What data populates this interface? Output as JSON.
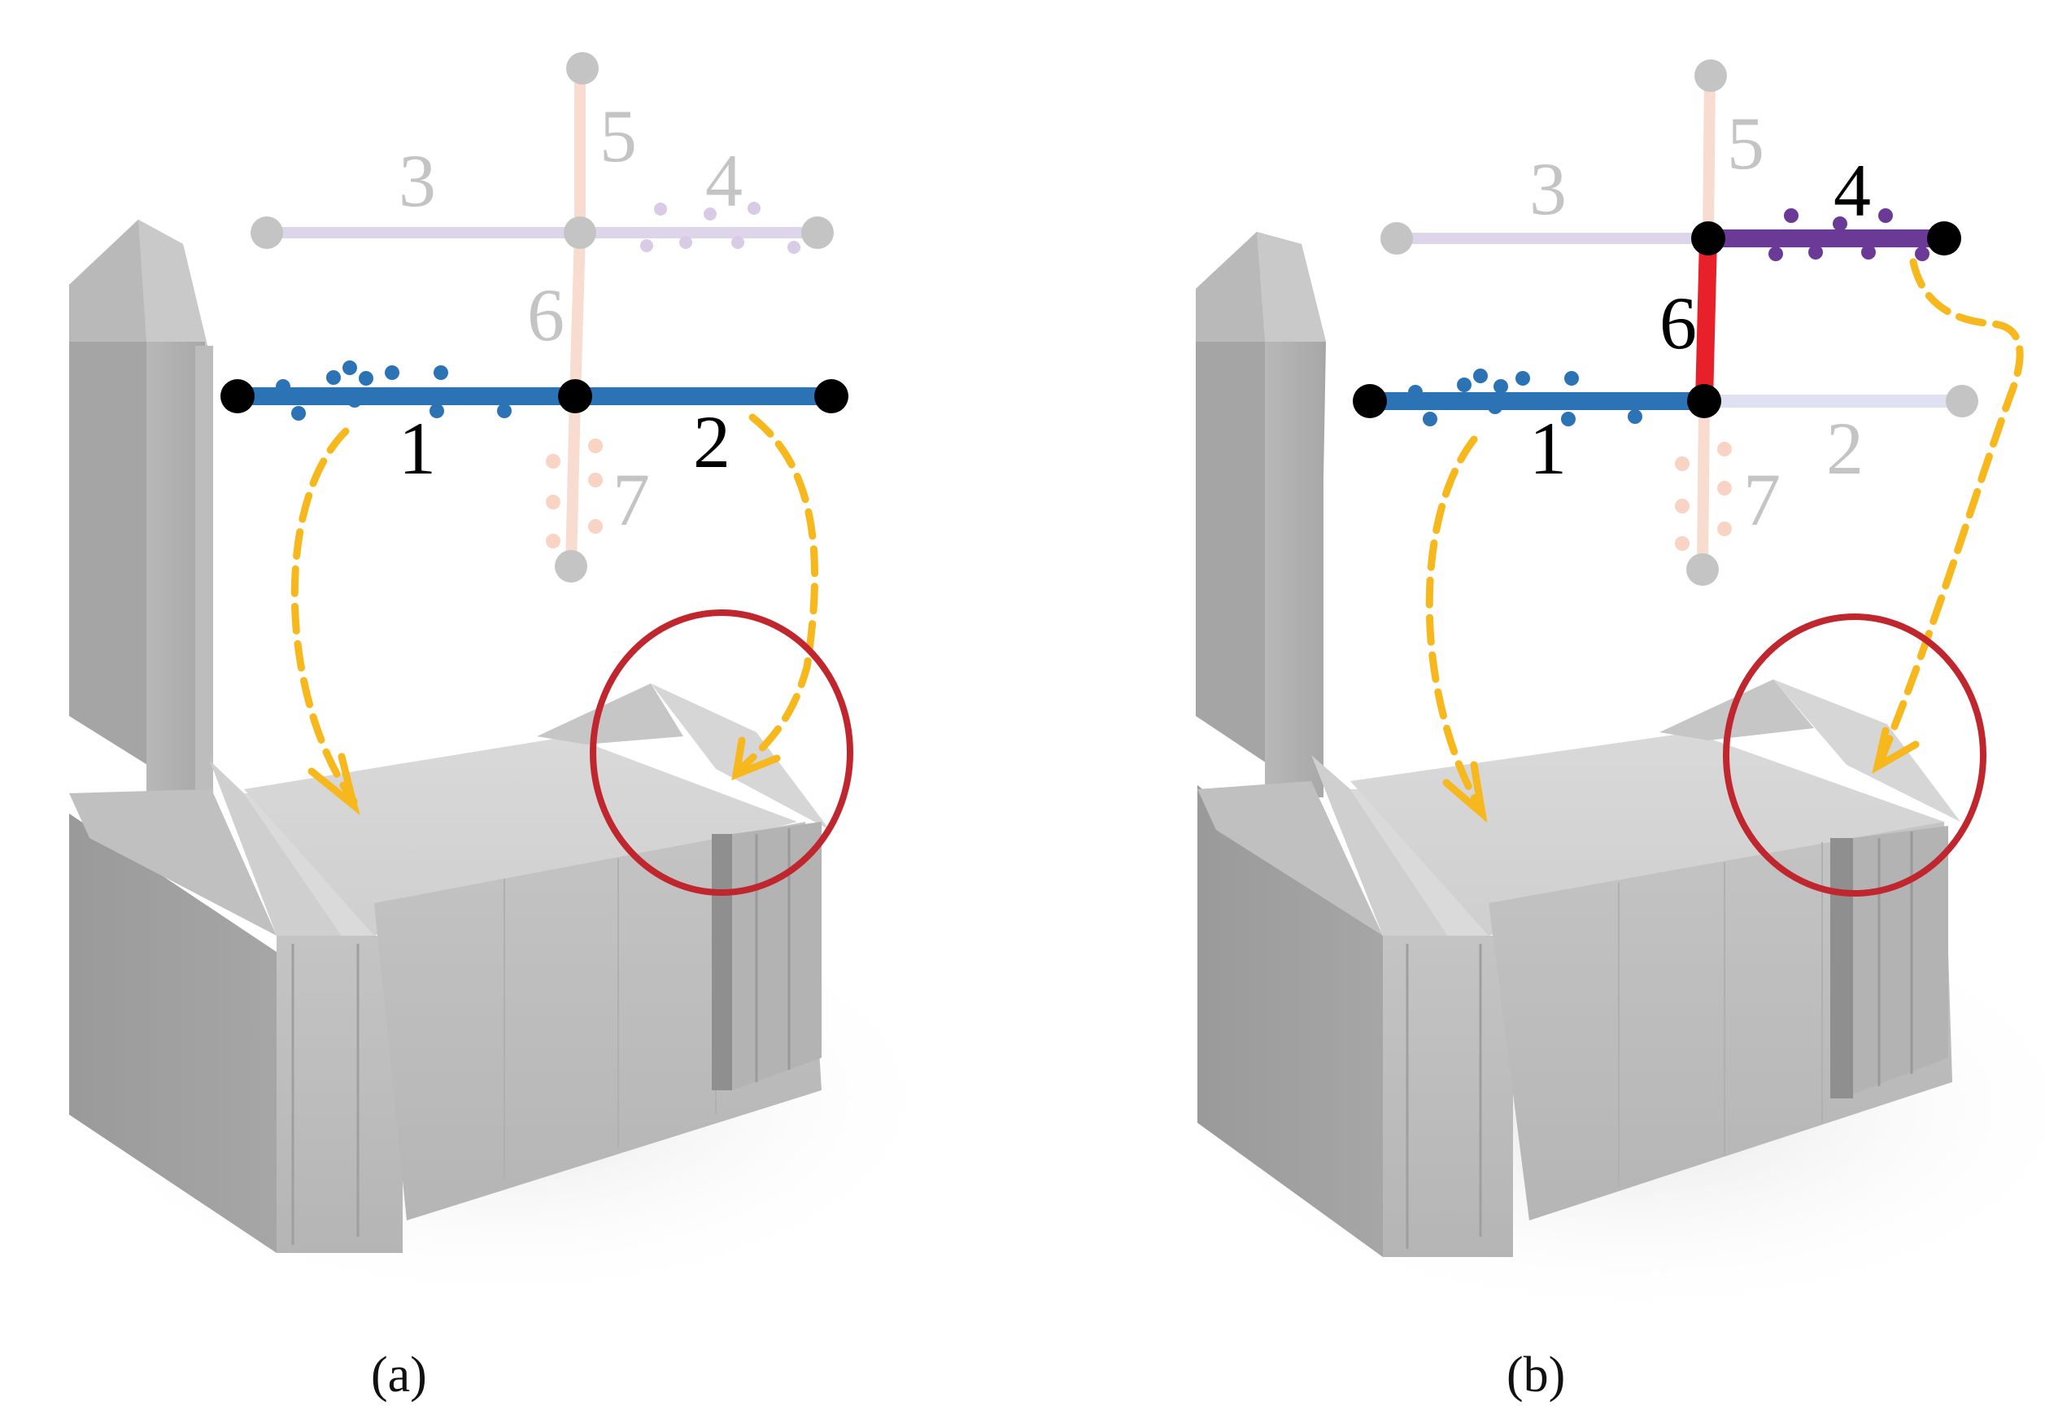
{
  "panels": [
    {
      "caption": "(a)",
      "labels": {
        "e1": "1",
        "e2": "2",
        "e3": "3",
        "e4": "4",
        "e5": "5",
        "e6": "6",
        "e7": "7"
      }
    },
    {
      "caption": "(b)",
      "labels": {
        "e1": "1",
        "e2": "2",
        "e3": "3",
        "e4": "4",
        "e5": "5",
        "e6": "6",
        "e7": "7"
      }
    }
  ],
  "colors": {
    "edge_blue": "#2b73b5",
    "edge_purple": "#6b3a96",
    "edge_red": "#e8202a",
    "edge_faint_lavender": "#ddd5e9",
    "edge_faint_salmon": "#f8dccf",
    "node_black": "#000000",
    "node_gray": "#c4c4c4",
    "arrow_yellow": "#f6b81c",
    "highlight_circle": "#c0262d",
    "building_gray": "#a9a9a9"
  }
}
